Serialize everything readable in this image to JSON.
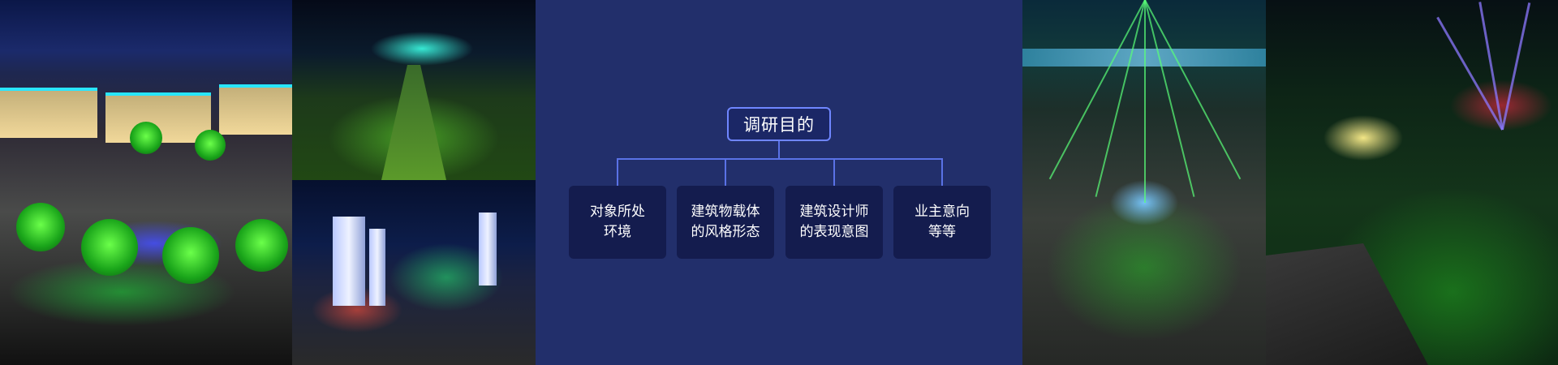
{
  "diagram": {
    "root": "调研目的",
    "children": [
      {
        "line1": "对象所处",
        "line2": "环境"
      },
      {
        "line1": "建筑物载体",
        "line2": "的风格形态"
      },
      {
        "line1": "建筑设计师",
        "line2": "的表现意图"
      },
      {
        "line1": "业主意向",
        "line2": "等等"
      }
    ]
  },
  "colors": {
    "panel_background": "#222f6b",
    "root_border": "#6f86ff",
    "box_fill": "#141c4e",
    "connector": "#5a72e6",
    "text": "#ffffff"
  }
}
